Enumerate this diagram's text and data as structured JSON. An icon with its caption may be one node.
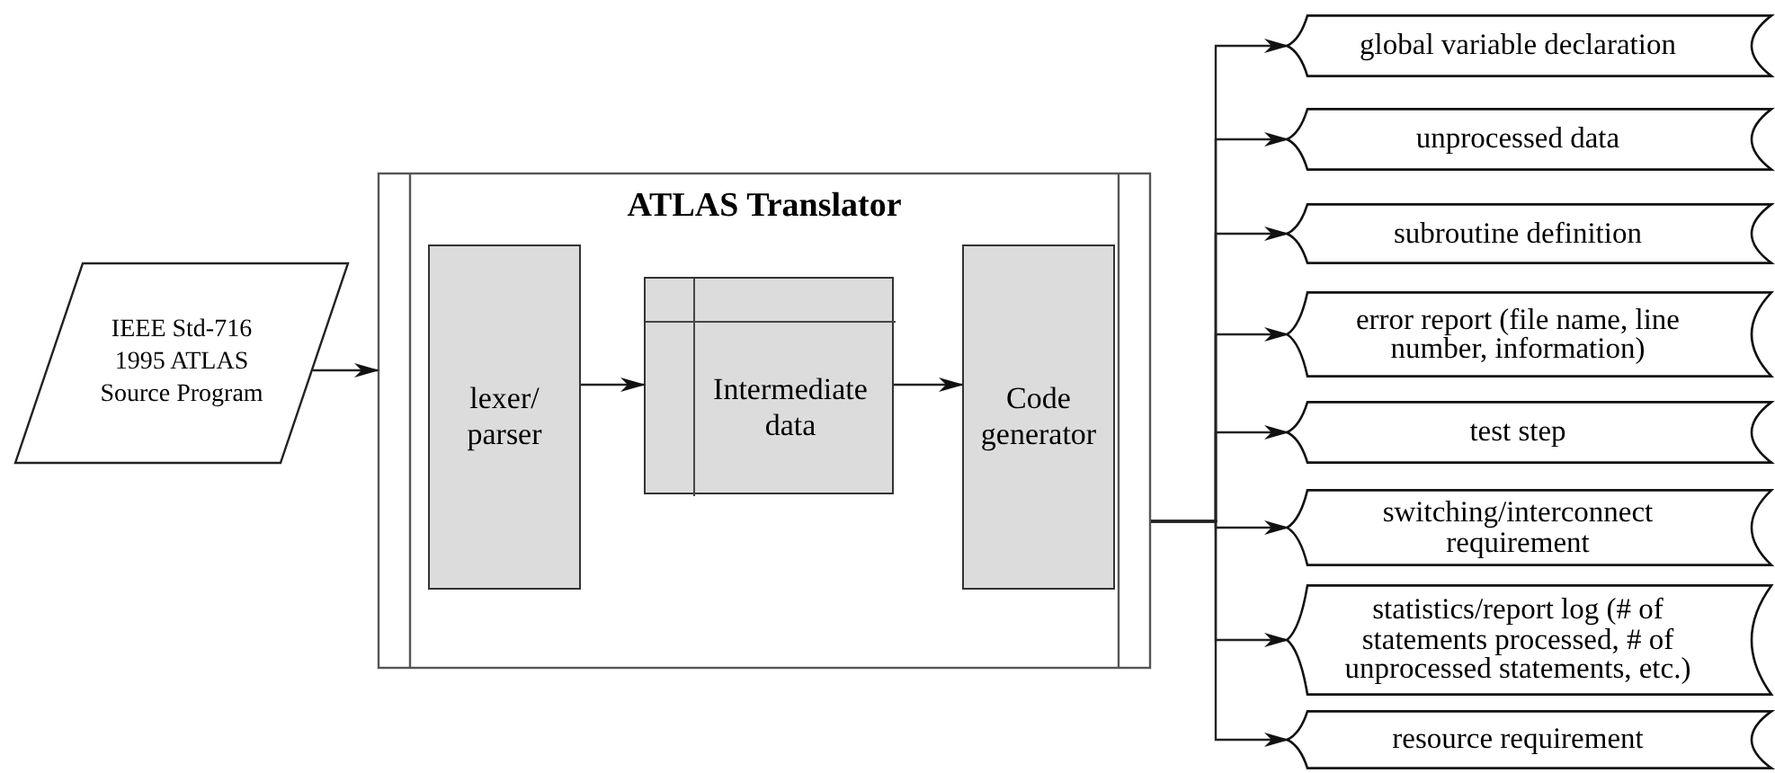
{
  "diagram": {
    "nodes": [
      {
        "text": [
          "IEEE Std-716 1995 ATLAS Source Program"
        ]
      },
      {
        "text": [
          "ATLAS Translator"
        ]
      },
      {
        "text": [
          "lexer/ parser"
        ],
        "in": 1
      },
      {
        "text": [
          "Intermediate data"
        ],
        "in": 1
      },
      {
        "text": [
          "Code generator"
        ],
        "in": 1
      },
      {
        "text": [
          "global variable declaration"
        ]
      },
      {
        "text": [
          "unprocessed data"
        ]
      },
      {
        "text": [
          "subroutine definition"
        ]
      },
      {
        "text": [
          "error report (file name, line number, information)"
        ]
      },
      {
        "text": [
          "test step"
        ]
      },
      {
        "text": [
          "switching/interconnect requirement"
        ]
      },
      {
        "text": [
          "statistics/report log (# of statements processed, # of unprocessed statements, etc.)"
        ]
      },
      {
        "text": [
          "resource requirement"
        ]
      }
    ],
    "edges": [
      {
        "from": 0,
        "to": 1,
        "arrow": "to"
      },
      {
        "from": 2,
        "to": 3,
        "arrow": "to"
      },
      {
        "from": 3,
        "to": 4,
        "arrow": "to"
      },
      {
        "from": 1,
        "to": 5,
        "arrow": "to"
      },
      {
        "from": 1,
        "to": 6,
        "arrow": "to"
      },
      {
        "from": 1,
        "to": 7,
        "arrow": "to"
      },
      {
        "from": 1,
        "to": 8,
        "arrow": "to"
      },
      {
        "from": 1,
        "to": 9,
        "arrow": "to"
      },
      {
        "from": 1,
        "to": 10,
        "arrow": "to"
      },
      {
        "from": 1,
        "to": 11,
        "arrow": "to"
      },
      {
        "from": 1,
        "to": 12,
        "arrow": "to"
      }
    ]
  }
}
